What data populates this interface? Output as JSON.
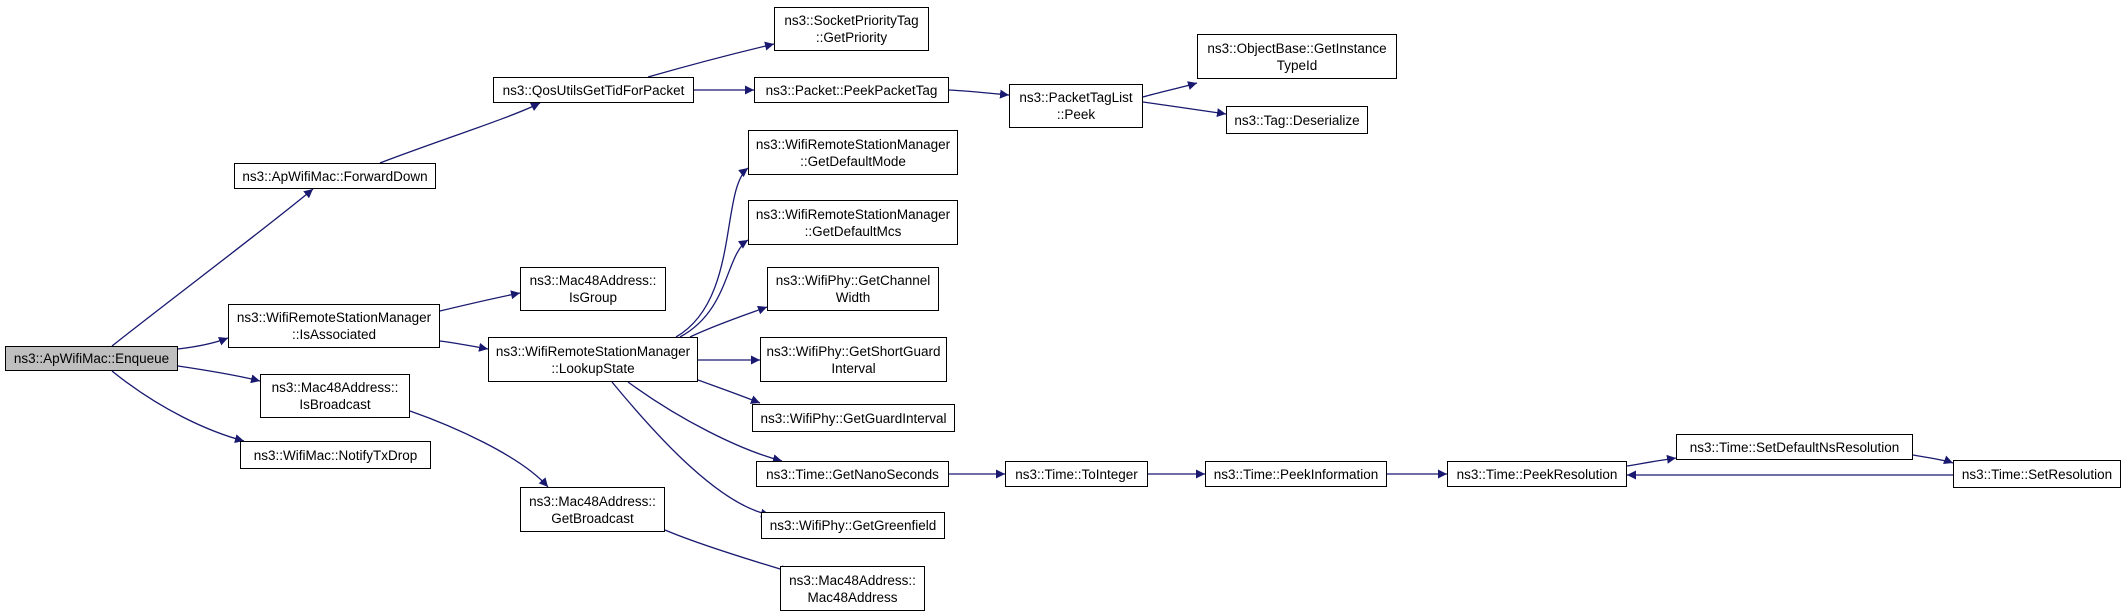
{
  "graph": {
    "edge_color": "#191970",
    "root_fill": "#bfbfbf",
    "nodes": [
      {
        "id": "enqueue",
        "lines": [
          "ns3::ApWifiMac::Enqueue"
        ],
        "root": true
      },
      {
        "id": "forward-down",
        "lines": [
          "ns3::ApWifiMac::ForwardDown"
        ]
      },
      {
        "id": "is-associated",
        "lines": [
          "ns3::WifiRemoteStationManager",
          "::IsAssociated"
        ]
      },
      {
        "id": "is-broadcast",
        "lines": [
          "ns3::Mac48Address::",
          "IsBroadcast"
        ]
      },
      {
        "id": "notify-tx-drop",
        "lines": [
          "ns3::WifiMac::NotifyTxDrop"
        ]
      },
      {
        "id": "qos-utils-get-tid",
        "lines": [
          "ns3::QosUtilsGetTidForPacket"
        ]
      },
      {
        "id": "is-group",
        "lines": [
          "ns3::Mac48Address::",
          "IsGroup"
        ]
      },
      {
        "id": "lookup-state",
        "lines": [
          "ns3::WifiRemoteStationManager",
          "::LookupState"
        ]
      },
      {
        "id": "get-broadcast",
        "lines": [
          "ns3::Mac48Address::",
          "GetBroadcast"
        ]
      },
      {
        "id": "socket-priority",
        "lines": [
          "ns3::SocketPriorityTag",
          "::GetPriority"
        ]
      },
      {
        "id": "peek-packet-tag",
        "lines": [
          "ns3::Packet::PeekPacketTag"
        ]
      },
      {
        "id": "get-default-mode",
        "lines": [
          "ns3::WifiRemoteStationManager",
          "::GetDefaultMode"
        ]
      },
      {
        "id": "get-default-mcs",
        "lines": [
          "ns3::WifiRemoteStationManager",
          "::GetDefaultMcs"
        ]
      },
      {
        "id": "get-channel-width",
        "lines": [
          "ns3::WifiPhy::GetChannel",
          "Width"
        ]
      },
      {
        "id": "get-short-guard",
        "lines": [
          "ns3::WifiPhy::GetShortGuard",
          "Interval"
        ]
      },
      {
        "id": "get-guard-interval",
        "lines": [
          "ns3::WifiPhy::GetGuardInterval"
        ]
      },
      {
        "id": "get-nano-seconds",
        "lines": [
          "ns3::Time::GetNanoSeconds"
        ]
      },
      {
        "id": "get-greenfield",
        "lines": [
          "ns3::WifiPhy::GetGreenfield"
        ]
      },
      {
        "id": "mac48address",
        "lines": [
          "ns3::Mac48Address::",
          "Mac48Address"
        ]
      },
      {
        "id": "tag-list-peek",
        "lines": [
          "ns3::PacketTagList",
          "::Peek"
        ]
      },
      {
        "id": "to-integer",
        "lines": [
          "ns3::Time::ToInteger"
        ]
      },
      {
        "id": "get-instance-type-id",
        "lines": [
          "ns3::ObjectBase::GetInstance",
          "TypeId"
        ]
      },
      {
        "id": "deserialize",
        "lines": [
          "ns3::Tag::Deserialize"
        ]
      },
      {
        "id": "peek-information",
        "lines": [
          "ns3::Time::PeekInformation"
        ]
      },
      {
        "id": "peek-resolution",
        "lines": [
          "ns3::Time::PeekResolution"
        ]
      },
      {
        "id": "set-default-ns-resolution",
        "lines": [
          "ns3::Time::SetDefaultNsResolution"
        ]
      },
      {
        "id": "set-resolution",
        "lines": [
          "ns3::Time::SetResolution"
        ]
      }
    ],
    "edges": [
      {
        "from": "enqueue",
        "to": "forward-down"
      },
      {
        "from": "enqueue",
        "to": "is-associated"
      },
      {
        "from": "enqueue",
        "to": "is-broadcast"
      },
      {
        "from": "enqueue",
        "to": "notify-tx-drop"
      },
      {
        "from": "forward-down",
        "to": "qos-utils-get-tid"
      },
      {
        "from": "is-associated",
        "to": "is-group"
      },
      {
        "from": "is-associated",
        "to": "lookup-state"
      },
      {
        "from": "is-broadcast",
        "to": "get-broadcast"
      },
      {
        "from": "qos-utils-get-tid",
        "to": "socket-priority"
      },
      {
        "from": "qos-utils-get-tid",
        "to": "peek-packet-tag"
      },
      {
        "from": "peek-packet-tag",
        "to": "tag-list-peek"
      },
      {
        "from": "tag-list-peek",
        "to": "get-instance-type-id"
      },
      {
        "from": "tag-list-peek",
        "to": "deserialize"
      },
      {
        "from": "lookup-state",
        "to": "get-default-mode"
      },
      {
        "from": "lookup-state",
        "to": "get-default-mcs"
      },
      {
        "from": "lookup-state",
        "to": "get-channel-width"
      },
      {
        "from": "lookup-state",
        "to": "get-short-guard"
      },
      {
        "from": "lookup-state",
        "to": "get-guard-interval"
      },
      {
        "from": "lookup-state",
        "to": "get-nano-seconds"
      },
      {
        "from": "lookup-state",
        "to": "get-greenfield"
      },
      {
        "from": "get-broadcast",
        "to": "mac48address"
      },
      {
        "from": "get-nano-seconds",
        "to": "to-integer"
      },
      {
        "from": "to-integer",
        "to": "peek-information"
      },
      {
        "from": "peek-information",
        "to": "peek-resolution"
      },
      {
        "from": "peek-resolution",
        "to": "set-default-ns-resolution"
      },
      {
        "from": "set-default-ns-resolution",
        "to": "set-resolution"
      },
      {
        "from": "set-resolution",
        "to": "peek-resolution"
      }
    ]
  }
}
